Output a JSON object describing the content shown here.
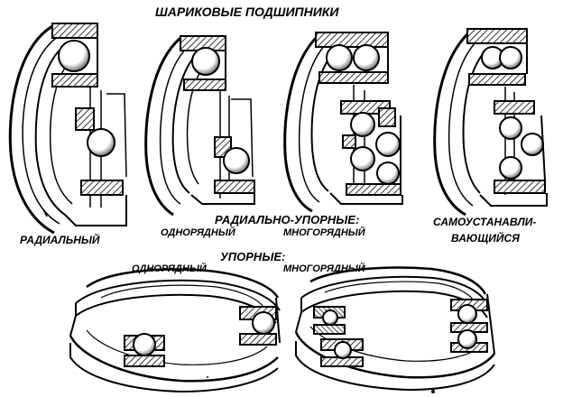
{
  "title": "ШАРИКОВЫЕ  ПОДШИПНИКИ",
  "labels": {
    "radial": "РАДИАЛЬНЫЙ",
    "angular_contact": "РАДИАЛЬНО-УПОРНЫЕ:",
    "angular_single": "ОДНОРЯДНЫЙ",
    "angular_multi": "МНОГОРЯДНЫЙ",
    "self_aligning_1": "САМОУСТАНАВЛИ-",
    "self_aligning_2": "ВАЮЩИЙСЯ",
    "thrust": "УПОРНЫЕ:",
    "thrust_single": "ОДНОРЯДНЫЙ",
    "thrust_multi": "МНОГОРЯДНЫЙ"
  },
  "colors": {
    "ink": "#000000",
    "paper": "#ffffff"
  }
}
